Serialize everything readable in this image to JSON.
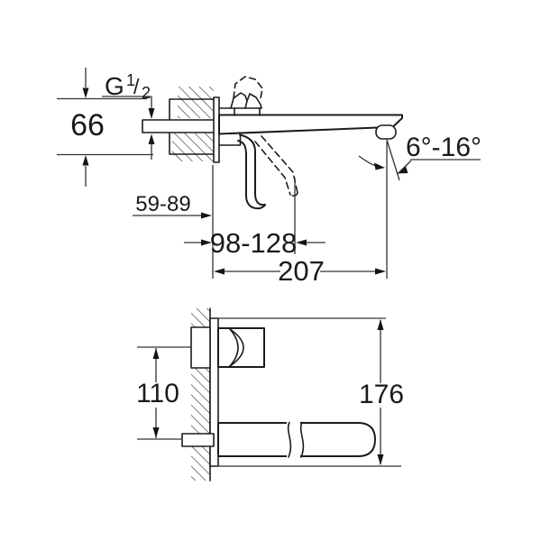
{
  "accent_colors": {
    "line": "#1c1c1c",
    "dimension": "#333333",
    "background": "#ffffff"
  },
  "drawing": {
    "upper_view": {
      "thread_label": {
        "prefix": "G",
        "numerator": "1",
        "slash": "/",
        "denominator": "2"
      },
      "dim_inlet_offset": "66",
      "dim_depth_range": "59-89",
      "dim_handle_range": "98-128",
      "dim_projection": "207",
      "dim_angle_range": "6°-16°"
    },
    "lower_view": {
      "dim_center_distance": "110",
      "dim_plate_height": "176"
    }
  }
}
